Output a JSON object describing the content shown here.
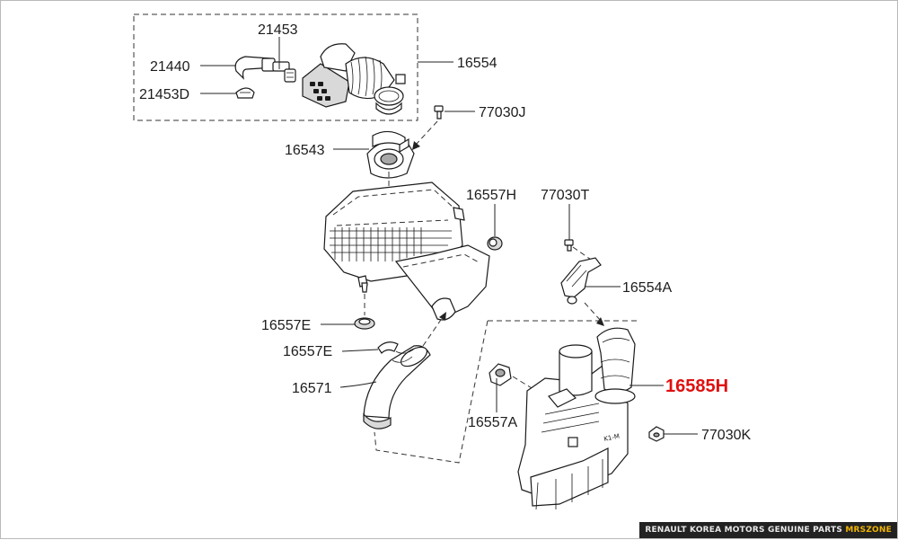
{
  "parts": [
    {
      "id": "p1",
      "label": "21453"
    },
    {
      "id": "p2",
      "label": "21440"
    },
    {
      "id": "p3",
      "label": "21453D"
    },
    {
      "id": "p4",
      "label": "16554"
    },
    {
      "id": "p5",
      "label": "77030J"
    },
    {
      "id": "p6",
      "label": "16543"
    },
    {
      "id": "p7",
      "label": "16557H"
    },
    {
      "id": "p8",
      "label": "77030T"
    },
    {
      "id": "p9",
      "label": "16554A"
    },
    {
      "id": "p10",
      "label": "16557E"
    },
    {
      "id": "p11",
      "label": "16557E"
    },
    {
      "id": "p12",
      "label": "16571"
    },
    {
      "id": "p13",
      "label": "16585H",
      "highlighted": true
    },
    {
      "id": "p14",
      "label": "16557A"
    },
    {
      "id": "p15",
      "label": "77030K"
    }
  ],
  "highlight_color": "#e01010",
  "watermark": {
    "text": "RENAULT KOREA MOTORS GENUINE PARTS",
    "brand": "MRSZONE",
    "brand_color": "#f0b400"
  }
}
